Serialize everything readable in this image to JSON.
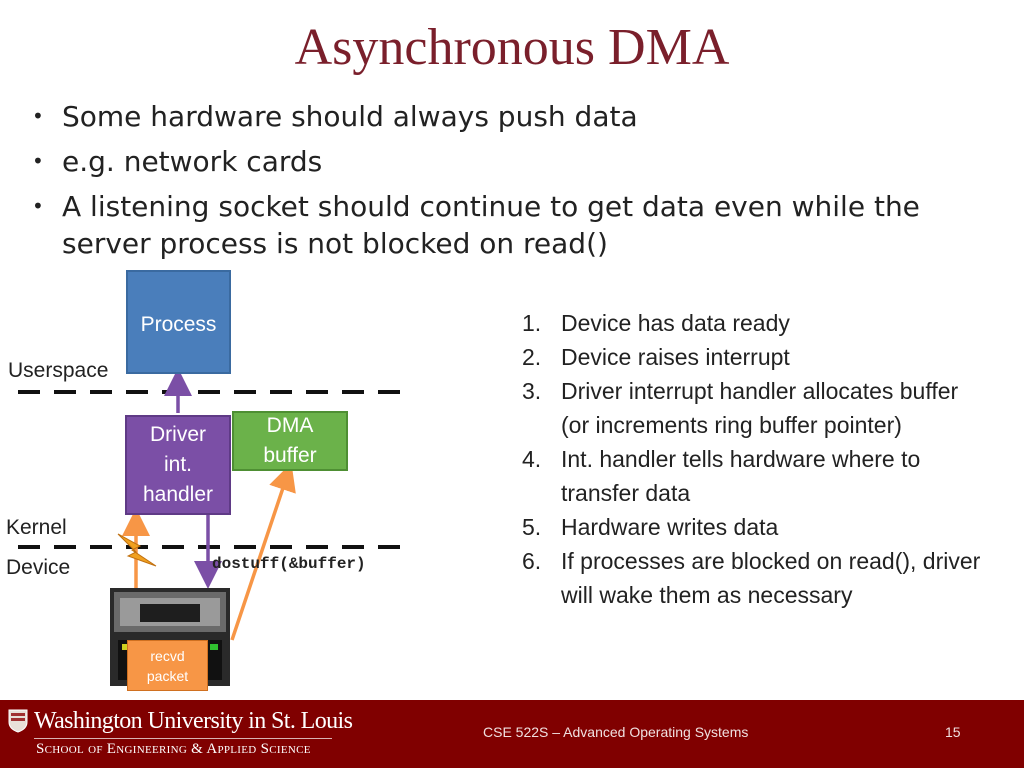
{
  "slide": {
    "title": "Asynchronous DMA",
    "bullets": [
      "Some hardware should always push data",
      "e.g. network cards",
      "A listening socket should continue to get data even while the server process is not blocked on read()"
    ],
    "bullet_marker": "•"
  },
  "steps": [
    {
      "num": "1.",
      "text": "Device has data ready"
    },
    {
      "num": "2.",
      "text": "Device raises interrupt"
    },
    {
      "num": "3.",
      "text": "Driver interrupt handler allocates buffer (or increments ring buffer pointer)"
    },
    {
      "num": "4.",
      "text": "Int. handler tells hardware where to transfer data"
    },
    {
      "num": "5.",
      "text": "Hardware writes data"
    },
    {
      "num": "6.",
      "text": "If processes are blocked on read(), driver will wake them as necessary"
    }
  ],
  "diagram": {
    "process_label": "Process",
    "userspace_label": "Userspace",
    "kernel_label": "Kernel",
    "device_label": "Device",
    "driver_line1": "Driver",
    "driver_line2": "int.",
    "driver_line3": "handler",
    "dma_line1": "DMA",
    "dma_line2": "buffer",
    "call_label": "dostuff(&buffer)",
    "packet_line1": "recvd",
    "packet_line2": "packet",
    "colors": {
      "process": "#4a7ebb",
      "driver": "#7b4fa6",
      "dma": "#6bb24a",
      "packet": "#f79646",
      "arrow_orange": "#f79646",
      "arrow_purple": "#7b4fa6",
      "dashed_line": "#111111",
      "lightning": "#f0a020"
    },
    "icons": [
      "lightning-icon",
      "network-card-icon"
    ]
  },
  "footer": {
    "university": "Washington University in St. Louis",
    "school": "School of Engineering & Applied Science",
    "course": "CSE 522S – Advanced Operating Systems",
    "page": "15",
    "bg_color": "#800000"
  }
}
